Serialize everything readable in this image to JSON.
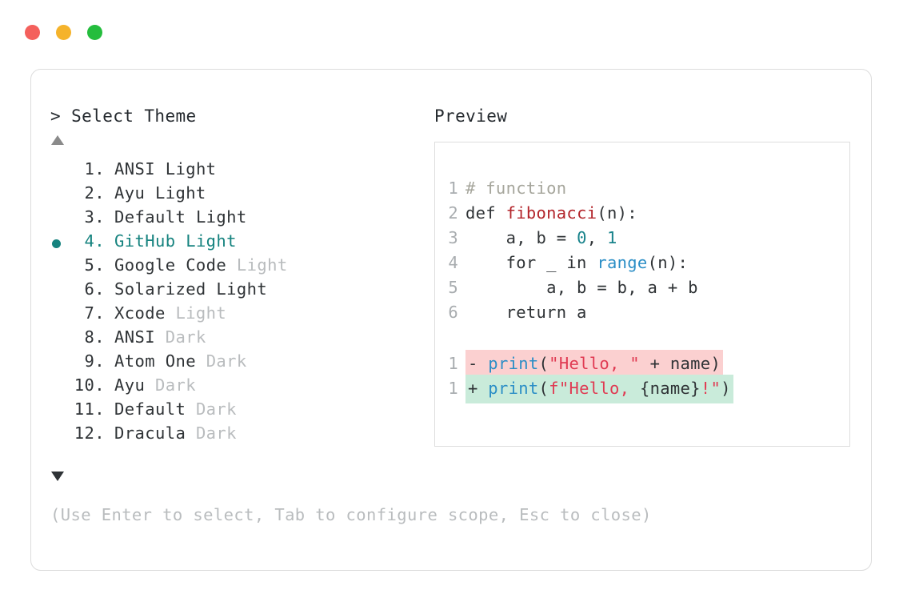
{
  "window": {
    "dots": [
      {
        "name": "close",
        "color": "#f4605c"
      },
      {
        "name": "minimize",
        "color": "#f5b32b"
      },
      {
        "name": "maximize",
        "color": "#24bd3d"
      }
    ]
  },
  "selector": {
    "prompt": "> Select Theme",
    "scroll_up_indicator": "▲",
    "scroll_down_indicator": "▼",
    "selected_index": 4,
    "items": [
      {
        "index": "1.",
        "name": "ANSI",
        "suffix": "Light",
        "suffix_dim": false
      },
      {
        "index": "2.",
        "name": "Ayu",
        "suffix": "Light",
        "suffix_dim": false
      },
      {
        "index": "3.",
        "name": "Default",
        "suffix": "Light",
        "suffix_dim": false
      },
      {
        "index": "4.",
        "name": "GitHub",
        "suffix": "Light",
        "suffix_dim": false
      },
      {
        "index": "5.",
        "name": "Google Code",
        "suffix": "Light",
        "suffix_dim": true
      },
      {
        "index": "6.",
        "name": "Solarized",
        "suffix": "Light",
        "suffix_dim": false
      },
      {
        "index": "7.",
        "name": "Xcode",
        "suffix": "Light",
        "suffix_dim": true
      },
      {
        "index": "8.",
        "name": "ANSI",
        "suffix": "Dark",
        "suffix_dim": true
      },
      {
        "index": "9.",
        "name": "Atom One",
        "suffix": "Dark",
        "suffix_dim": true
      },
      {
        "index": "10.",
        "name": "Ayu",
        "suffix": "Dark",
        "suffix_dim": true
      },
      {
        "index": "11.",
        "name": "Default",
        "suffix": "Dark",
        "suffix_dim": true
      },
      {
        "index": "12.",
        "name": "Dracula",
        "suffix": "Dark",
        "suffix_dim": true
      }
    ],
    "hint": "(Use Enter to select, Tab to configure scope, Esc to close)"
  },
  "preview": {
    "label": "Preview",
    "code_lines": [
      {
        "num": "1",
        "tokens": [
          {
            "t": "# function",
            "c": "tok-comment"
          }
        ]
      },
      {
        "num": "2",
        "tokens": [
          {
            "t": "def ",
            "c": "tok-plain"
          },
          {
            "t": "fibonacci",
            "c": "tok-fn"
          },
          {
            "t": "(n):",
            "c": "tok-plain"
          }
        ]
      },
      {
        "num": "3",
        "tokens": [
          {
            "t": "    a, b = ",
            "c": "tok-plain"
          },
          {
            "t": "0",
            "c": "tok-num"
          },
          {
            "t": ", ",
            "c": "tok-plain"
          },
          {
            "t": "1",
            "c": "tok-num"
          }
        ]
      },
      {
        "num": "4",
        "tokens": [
          {
            "t": "    for _ in ",
            "c": "tok-plain"
          },
          {
            "t": "range",
            "c": "tok-builtin"
          },
          {
            "t": "(n):",
            "c": "tok-plain"
          }
        ]
      },
      {
        "num": "5",
        "tokens": [
          {
            "t": "        a, b = b, a + b",
            "c": "tok-plain"
          }
        ]
      },
      {
        "num": "6",
        "tokens": [
          {
            "t": "    return a",
            "c": "tok-plain"
          }
        ]
      }
    ],
    "diff_lines": [
      {
        "num": "1",
        "sign": "-",
        "kind": "diff-del",
        "tokens": [
          {
            "t": "print",
            "c": "tok-builtin"
          },
          {
            "t": "(",
            "c": "tok-plain"
          },
          {
            "t": "\"Hello, \"",
            "c": "tok-str"
          },
          {
            "t": " + name)",
            "c": "tok-plain"
          }
        ]
      },
      {
        "num": "1",
        "sign": "+",
        "kind": "diff-add",
        "tokens": [
          {
            "t": "print",
            "c": "tok-builtin"
          },
          {
            "t": "(",
            "c": "tok-plain"
          },
          {
            "t": "f\"Hello, ",
            "c": "tok-str"
          },
          {
            "t": "{name}",
            "c": "tok-plain"
          },
          {
            "t": "!\"",
            "c": "tok-str"
          },
          {
            "t": ")",
            "c": "tok-plain"
          }
        ]
      }
    ]
  }
}
